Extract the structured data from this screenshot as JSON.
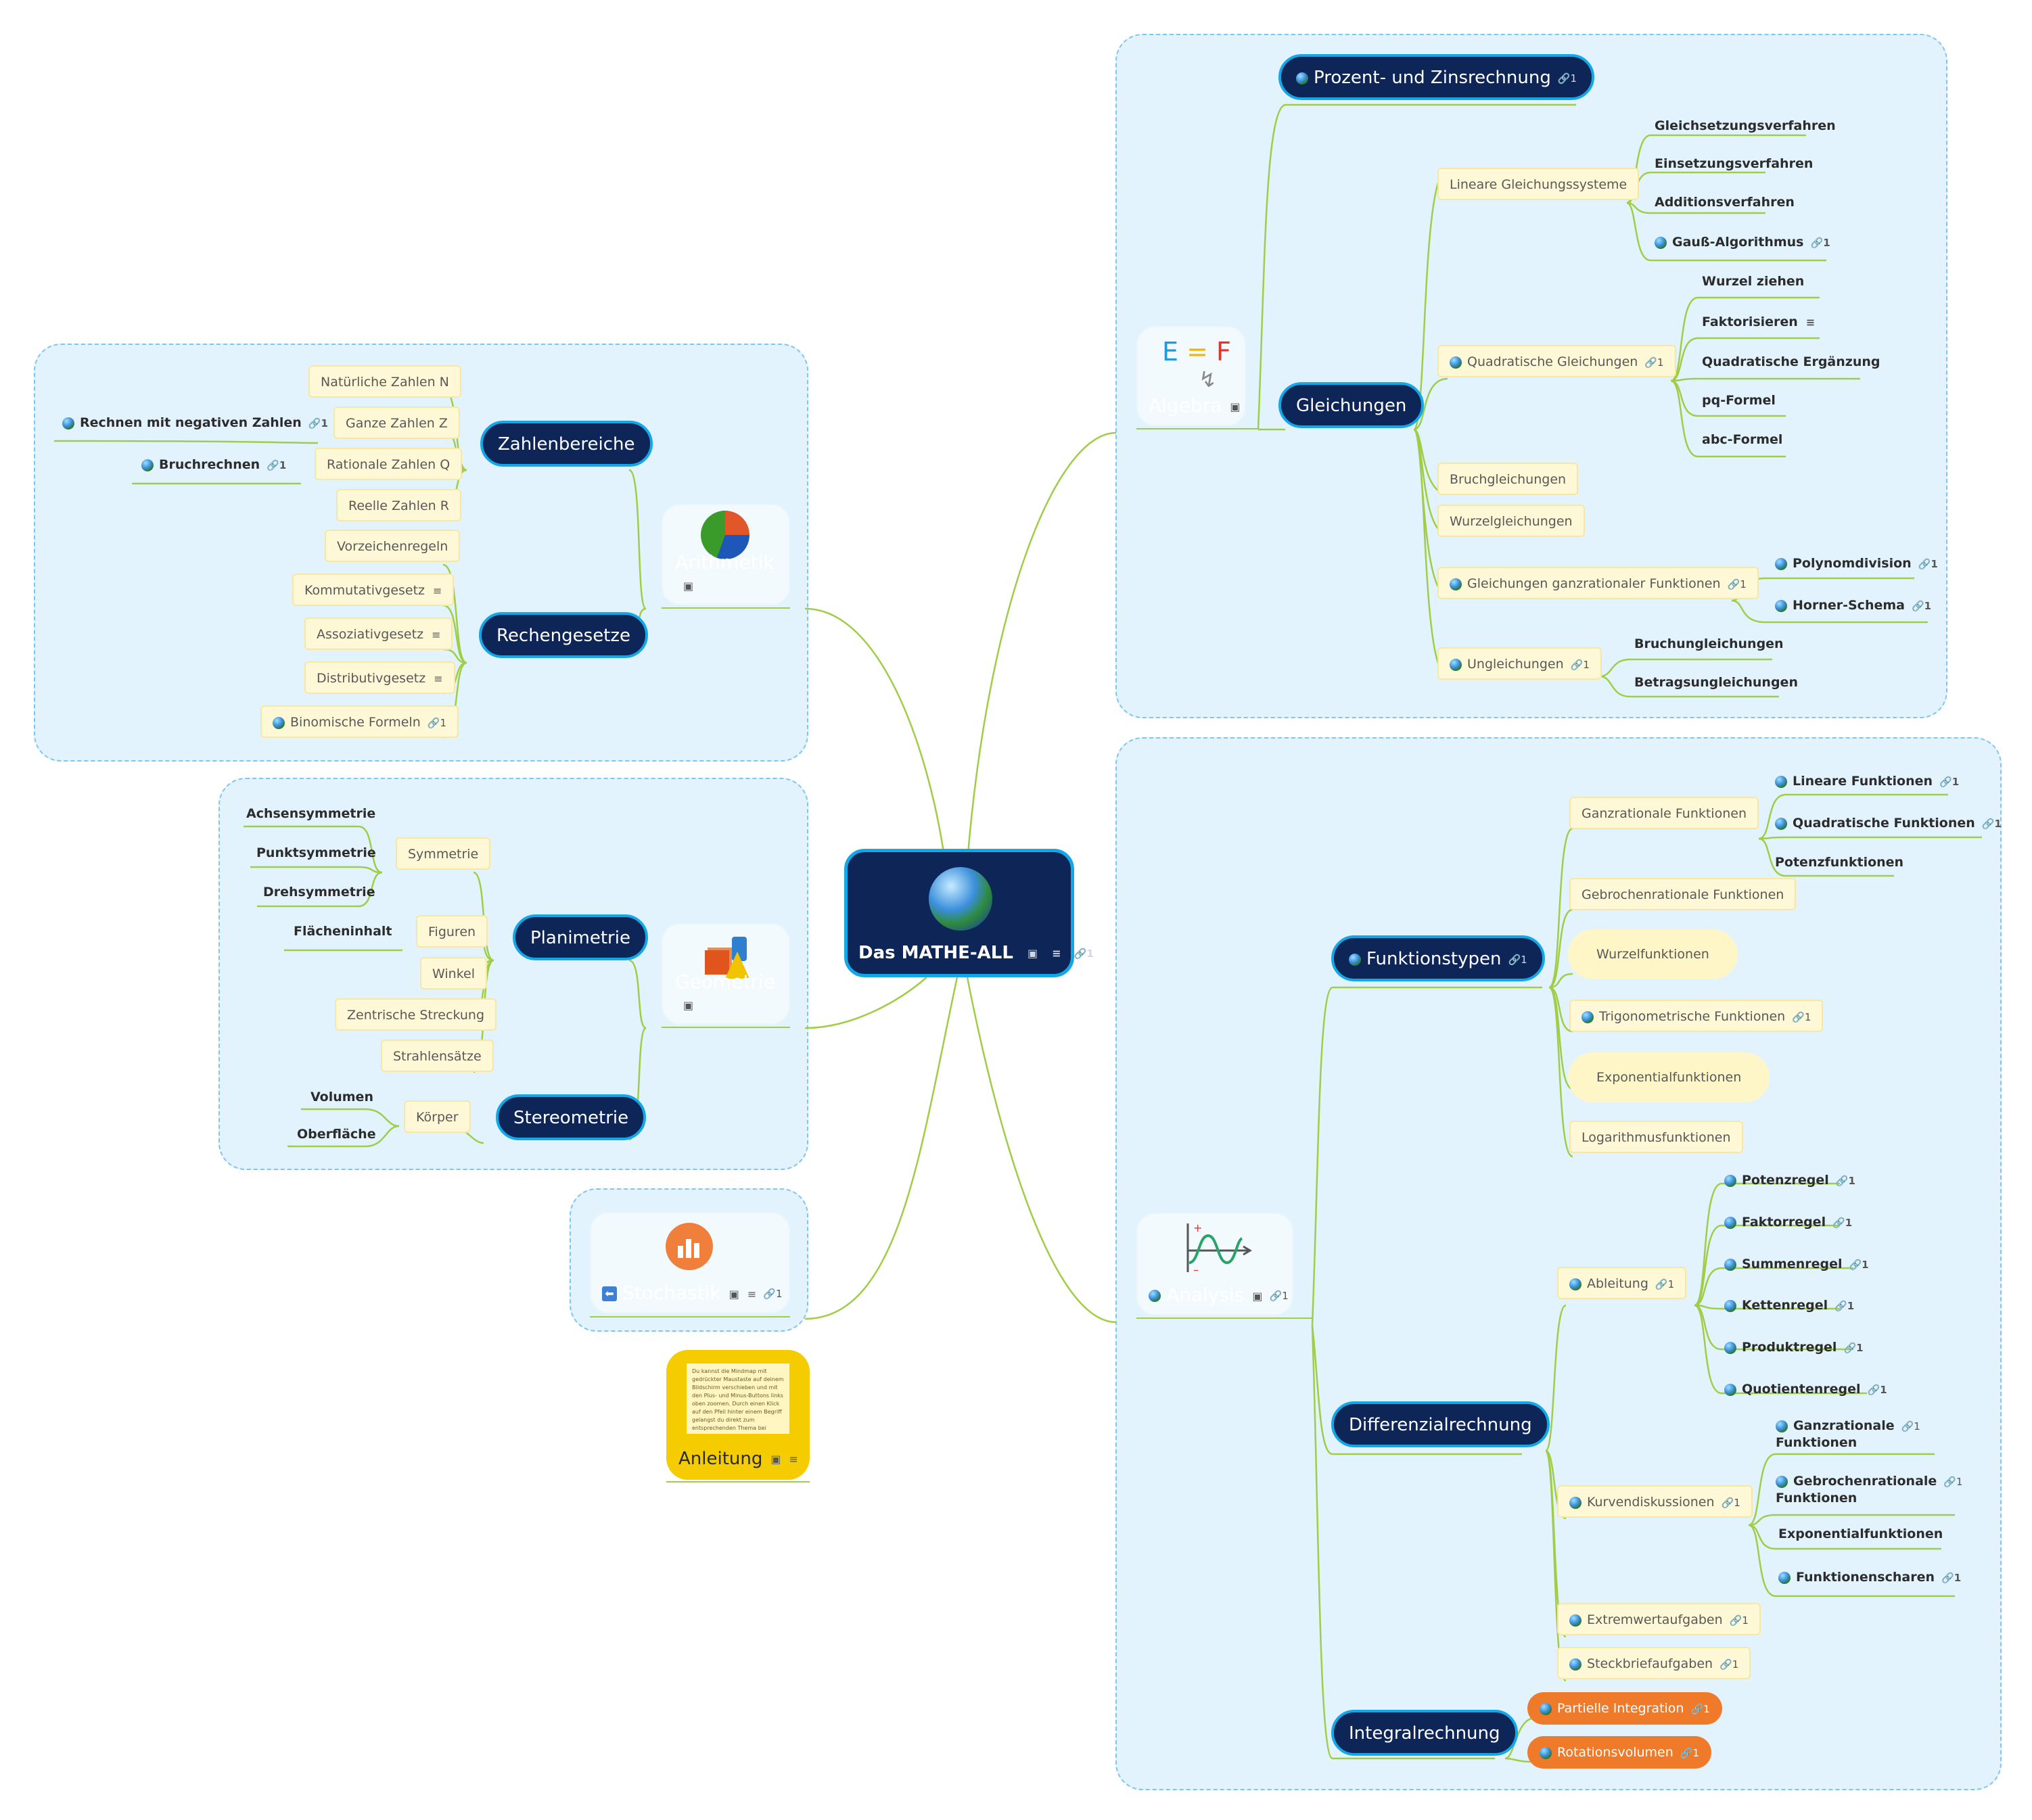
{
  "colors": {
    "branch": "#9fcd46",
    "dark_node": "#0e2557",
    "dark_border": "#12a8e8",
    "boundary": "#e3f3fd",
    "yellow_node": "#fff8d6",
    "orange_node": "#ef7a2a",
    "note": "#f4cc00"
  },
  "central": {
    "title": "Das MATHE-ALL"
  },
  "arithmetik": {
    "title": "Arithmetik",
    "zahlenbereiche": "Zahlenbereiche",
    "natuerliche": "Natürliche Zahlen  N",
    "ganze": "Ganze Zahlen  Z",
    "rationale": "Rationale Zahlen  Q",
    "reelle": "Reelle Zahlen  R",
    "negativ": "Rechnen mit negativen Zahlen",
    "bruch": "Bruchrechnen",
    "rechengesetze": "Rechengesetze",
    "vorzeichen": "Vorzeichenregeln",
    "kommutativ": "Kommutativgesetz",
    "assoziativ": "Assoziativgesetz",
    "distributiv": "Distributivgesetz",
    "binomisch": "Binomische Formeln"
  },
  "geometrie": {
    "title": "Geometrie",
    "planimetrie": "Planimetrie",
    "symmetrie": "Symmetrie",
    "achsen": "Achsensymmetrie",
    "punkt": "Punktsymmetrie",
    "dreh": "Drehsymmetrie",
    "figuren": "Figuren",
    "flaeche": "Flächeninhalt",
    "winkel": "Winkel",
    "zentrische": "Zentrische Streckung",
    "strahlen": "Strahlensätze",
    "stereometrie": "Stereometrie",
    "koerper": "Körper",
    "volumen": "Volumen",
    "oberflaeche": "Oberfläche"
  },
  "stochastik": {
    "title": "Stochastik"
  },
  "anleitung": {
    "title": "Anleitung",
    "note": "Du kannst die Mindmap mit gedrückter Maustaste auf deinem Bildschirm verschieben und mit den Plus- und Minus-Buttons links oben zoomen. Durch einen Klick auf den Pfeil hinter einem Begriff gelangst du direkt zum entsprechenden Thema bei mathemio.de."
  },
  "algebra": {
    "title": "Algebra",
    "icon_text": "E = F",
    "prozent": "Prozent- und Zinsrechnung",
    "gleichungen": "Gleichungen",
    "lgs": "Lineare Gleichungssysteme",
    "gleichsetzung": "Gleichsetzungsverfahren",
    "einsetzung": "Einsetzungsverfahren",
    "addition": "Additionsverfahren",
    "gauss": "Gauß-Algorithmus",
    "quadratisch": "Quadratische Gleichungen",
    "wurzel_ziehen": "Wurzel ziehen",
    "faktorisieren": "Faktorisieren",
    "quad_ergaenzung": "Quadratische Ergänzung",
    "pq": "pq-Formel",
    "abc": "abc-Formel",
    "bruchgl": "Bruchgleichungen",
    "wurzelgl": "Wurzelgleichungen",
    "ganzrational": "Gleichungen ganzrationaler Funktionen",
    "polynom": "Polynomdivision",
    "horner": "Horner-Schema",
    "ungleichungen": "Ungleichungen",
    "bruchungl": "Bruchungleichungen",
    "betrag": "Betragsungleichungen"
  },
  "analysis": {
    "title": "Analysis",
    "funktionstypen": "Funktionstypen",
    "ganzrat_fkt": "Ganzrationale Funktionen",
    "lineare": "Lineare Funktionen",
    "quadratische": "Quadratische Funktionen",
    "potenzfkt": "Potenzfunktionen",
    "gebrochen": "Gebrochenrationale Funktionen",
    "wurzelfkt": "Wurzelfunktionen",
    "trigono": "Trigonometrische Funktionen",
    "exponential": "Exponentialfunktionen",
    "logarithmus": "Logarithmusfunktionen",
    "differenzial": "Differenzialrechnung",
    "ableitung": "Ableitung",
    "potenzregel": "Potenzregel",
    "faktorregel": "Faktorregel",
    "summenregel": "Summenregel",
    "kettenregel": "Kettenregel",
    "produktregel": "Produktregel",
    "quotientenregel": "Quotientenregel",
    "kurven": "Kurvendiskussionen",
    "kd_ganz_1": "Ganzrationale",
    "kd_ganz_2": "Funktionen",
    "kd_gebr_1": "Gebrochenrationale",
    "kd_gebr_2": "Funktionen",
    "kd_exp": "Exponentialfunktionen",
    "kd_scharen": "Funktionenscharen",
    "extrem": "Extremwertaufgaben",
    "steckbrief": "Steckbriefaufgaben",
    "integral": "Integralrechnung",
    "partielle": "Partielle Integration",
    "rotation": "Rotationsvolumen"
  },
  "link_count": "1"
}
